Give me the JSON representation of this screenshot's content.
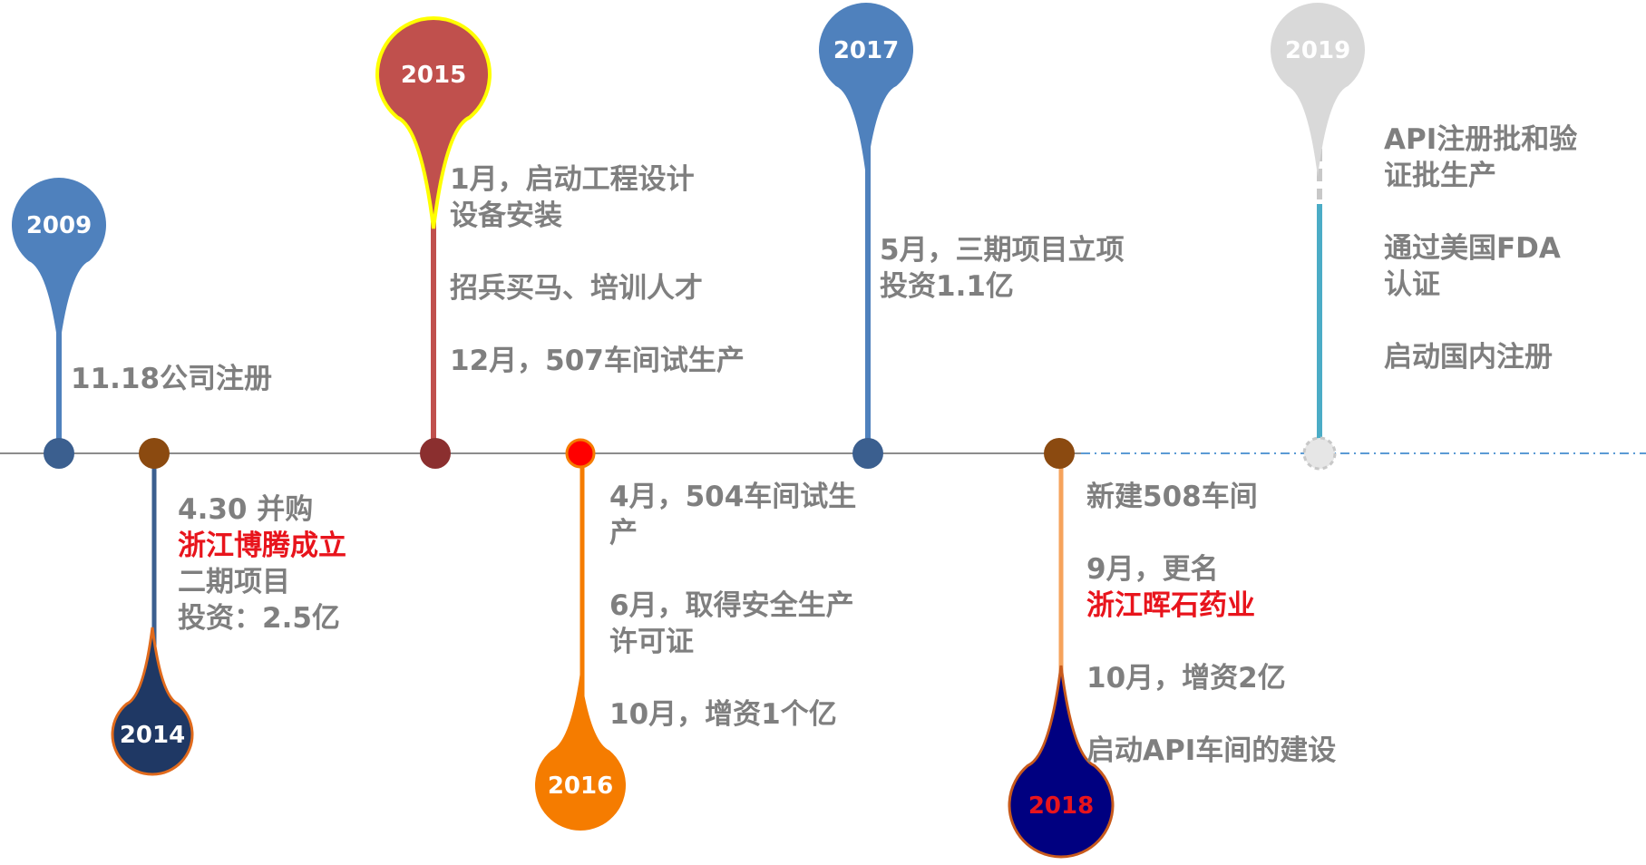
{
  "colors": {
    "axis": "#8c8c8c",
    "text": "#7f7f7f",
    "highlight": "#e8141c",
    "blue": "#4f81bd",
    "red_pin": "#c0504d",
    "yellow_border": "#ffff00",
    "orange": "#f57c00",
    "navy": "#1f3864",
    "navy_deep": "#000080",
    "brown": "#8b4a10",
    "grey_pin": "#d9d9d9",
    "teal": "#4bacc6",
    "dashed_blue": "#5b9bd5"
  },
  "milestones": [
    {
      "year": "2009",
      "lines": [
        {
          "segments": [
            {
              "text": "11.18公司注册"
            }
          ]
        }
      ]
    },
    {
      "year": "2014",
      "lines": [
        {
          "segments": [
            {
              "text": "4.30 并购"
            }
          ]
        },
        {
          "segments": [
            {
              "text": "浙江博腾成立",
              "highlight": true
            }
          ]
        },
        {
          "segments": [
            {
              "text": "二期项目"
            }
          ]
        },
        {
          "segments": [
            {
              "text": "投资：2.5亿"
            }
          ]
        }
      ]
    },
    {
      "year": "2015",
      "lines": [
        {
          "segments": [
            {
              "text": "1月，启动工程设计"
            }
          ]
        },
        {
          "segments": [
            {
              "text": "设备安装"
            }
          ]
        },
        {
          "segments": [
            {
              "text": ""
            }
          ]
        },
        {
          "segments": [
            {
              "text": "招兵买马、培训人才"
            }
          ]
        },
        {
          "segments": [
            {
              "text": ""
            }
          ]
        },
        {
          "segments": [
            {
              "text": "12月，507车间试生产"
            }
          ]
        }
      ]
    },
    {
      "year": "2016",
      "lines": [
        {
          "segments": [
            {
              "text": "4月，504车间试生"
            }
          ]
        },
        {
          "segments": [
            {
              "text": "产"
            }
          ]
        },
        {
          "segments": [
            {
              "text": ""
            }
          ]
        },
        {
          "segments": [
            {
              "text": "6月，取得安全生产"
            }
          ]
        },
        {
          "segments": [
            {
              "text": "许可证"
            }
          ]
        },
        {
          "segments": [
            {
              "text": ""
            }
          ]
        },
        {
          "segments": [
            {
              "text": "10月，增资1个亿"
            }
          ]
        }
      ]
    },
    {
      "year": "2017",
      "lines": [
        {
          "segments": [
            {
              "text": "5月，三期项目立项"
            }
          ]
        },
        {
          "segments": [
            {
              "text": "投资1.1亿"
            }
          ]
        }
      ]
    },
    {
      "year": "2018",
      "lines": [
        {
          "segments": [
            {
              "text": "新建508车间"
            }
          ]
        },
        {
          "segments": [
            {
              "text": ""
            }
          ]
        },
        {
          "segments": [
            {
              "text": "9月，更名"
            }
          ]
        },
        {
          "segments": [
            {
              "text": "浙江晖石药业",
              "highlight": true
            }
          ]
        },
        {
          "segments": [
            {
              "text": ""
            }
          ]
        },
        {
          "segments": [
            {
              "text": "10月，增资2亿"
            }
          ]
        },
        {
          "segments": [
            {
              "text": ""
            }
          ]
        },
        {
          "segments": [
            {
              "text": "启动API车间的建设"
            }
          ]
        }
      ]
    },
    {
      "year": "2019",
      "lines": [
        {
          "segments": [
            {
              "text": "API注册批和验"
            }
          ]
        },
        {
          "segments": [
            {
              "text": "证批生产"
            }
          ]
        },
        {
          "segments": [
            {
              "text": ""
            }
          ]
        },
        {
          "segments": [
            {
              "text": "通过美国FDA"
            }
          ]
        },
        {
          "segments": [
            {
              "text": "认证"
            }
          ]
        },
        {
          "segments": [
            {
              "text": ""
            }
          ]
        },
        {
          "segments": [
            {
              "text": "启动国内注册"
            }
          ]
        }
      ]
    }
  ]
}
